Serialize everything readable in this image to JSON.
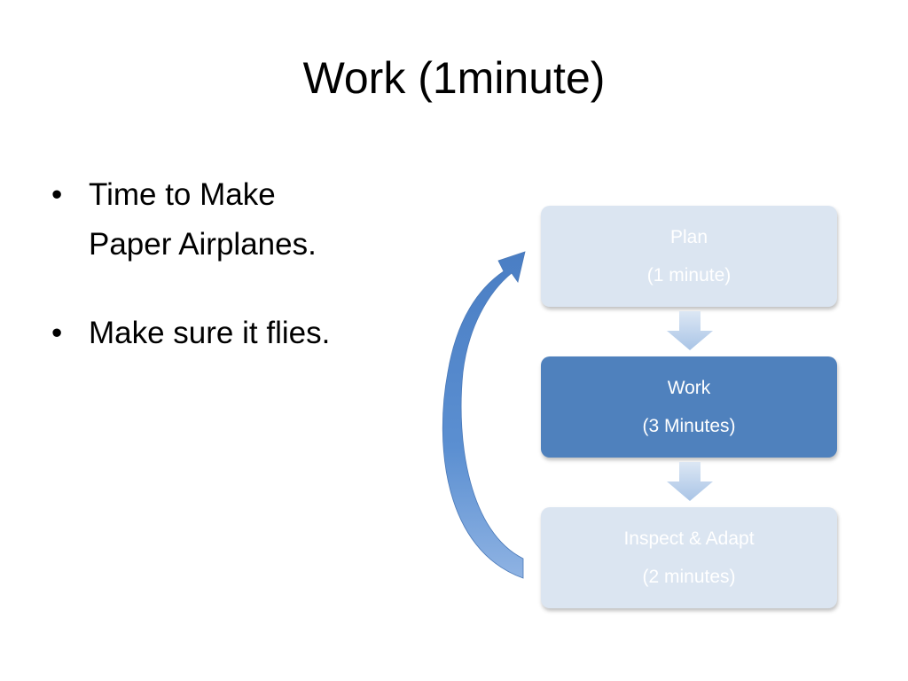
{
  "title": "Work (1minute)",
  "bullets": [
    {
      "line1": "Time to Make",
      "line2": "Paper Airplanes."
    },
    {
      "line1": "Make sure it flies."
    }
  ],
  "bullet_glyph": "•",
  "process": {
    "steps": [
      {
        "name": "Plan",
        "duration": "(1 minute)",
        "state": "faded"
      },
      {
        "name": "Work",
        "duration": "(3 Minutes)",
        "state": "active"
      },
      {
        "name": "Inspect & Adapt",
        "duration": "(2 minutes)",
        "state": "faded"
      }
    ],
    "colors": {
      "active": "#4f81bd",
      "faded": "#dbe5f1",
      "connector": "#b9cde5",
      "loop_arrow": "#4f81bd"
    },
    "loop_arrow_icon": "curved-loop-arrow-icon",
    "connector_icon": "down-arrow-icon"
  }
}
